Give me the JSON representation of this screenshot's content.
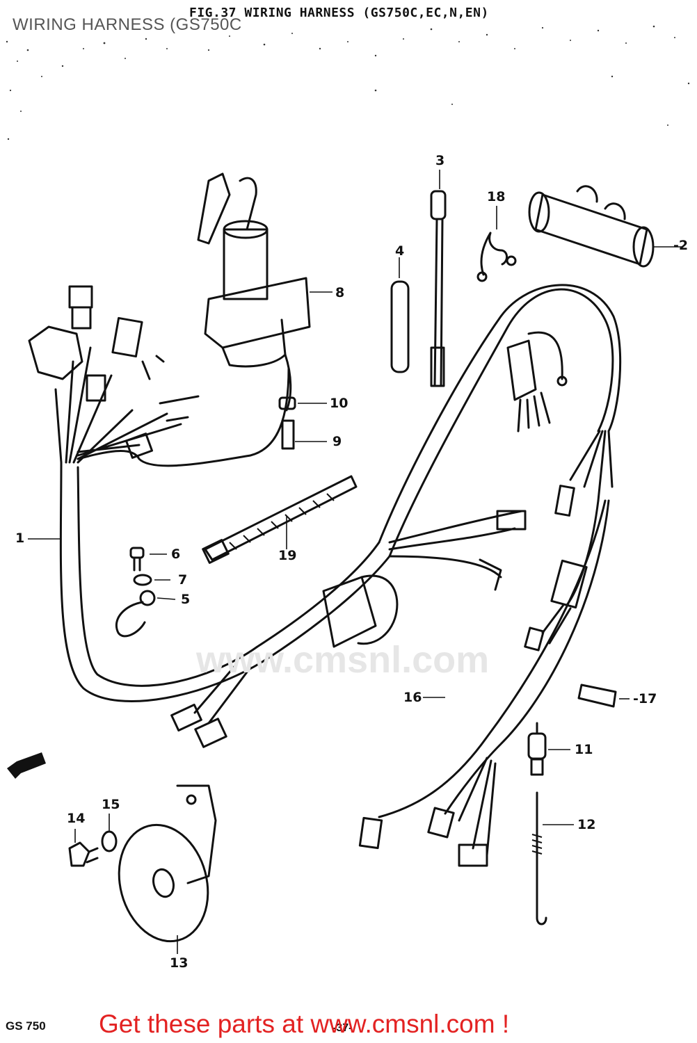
{
  "header": {
    "overlay_title": "WIRING HARNESS (GS750C",
    "figure_title": "FIG.37  WIRING HARNESS (GS750C,EC,N,EN)"
  },
  "watermark": "www.cmsnl.com",
  "footer": {
    "model": "GS 750",
    "page_number": "-37-",
    "cta": "Get these parts at www.cmsnl.com !"
  },
  "callouts": [
    {
      "id": "c1",
      "label": "1"
    },
    {
      "id": "c2",
      "label": "-2"
    },
    {
      "id": "c3",
      "label": "3"
    },
    {
      "id": "c4",
      "label": "4"
    },
    {
      "id": "c5",
      "label": "5"
    },
    {
      "id": "c6",
      "label": "6"
    },
    {
      "id": "c7",
      "label": "7"
    },
    {
      "id": "c8",
      "label": "8"
    },
    {
      "id": "c9",
      "label": "9"
    },
    {
      "id": "c10",
      "label": "10"
    },
    {
      "id": "c11",
      "label": "11"
    },
    {
      "id": "c12",
      "label": "12"
    },
    {
      "id": "c13",
      "label": "13"
    },
    {
      "id": "c14",
      "label": "14"
    },
    {
      "id": "c15",
      "label": "15"
    },
    {
      "id": "c16",
      "label": "16"
    },
    {
      "id": "c17",
      "label": "-17"
    },
    {
      "id": "c18",
      "label": "18"
    },
    {
      "id": "c19",
      "label": "19"
    }
  ],
  "colors": {
    "ink": "#111111",
    "cta": "#e32222",
    "watermark": "#e6e6e6",
    "overlay": "#555555"
  }
}
